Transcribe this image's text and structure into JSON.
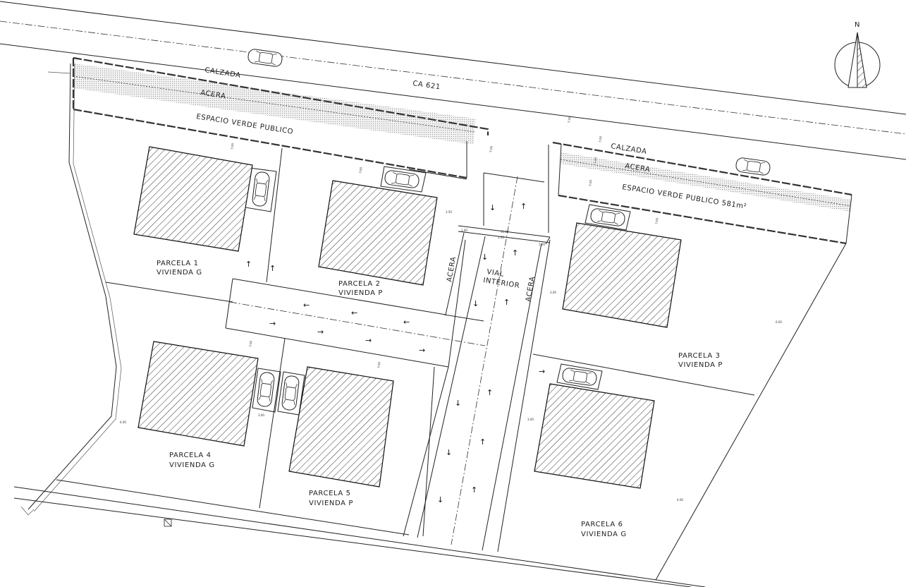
{
  "north": {
    "label": "N"
  },
  "road": {
    "name": "CA 621"
  },
  "frontage_left": {
    "calzada": "CALZADA",
    "acera": "ACERA",
    "espacio_verde": "ESPACIO VERDE PUBLICO"
  },
  "frontage_right": {
    "calzada": "CALZADA",
    "acera": "ACERA",
    "espacio_verde": "ESPACIO VERDE PUBLICO 581m²"
  },
  "interior": {
    "vial_line1": "VIAL",
    "vial_line2": "INTERIOR",
    "acera_left": "ACERA",
    "acera_right": "ACERA"
  },
  "parcels": [
    {
      "name": "PARCELA 1",
      "type": "VIVIENDA G"
    },
    {
      "name": "PARCELA 2",
      "type": "VIVIENDA P"
    },
    {
      "name": "PARCELA 3",
      "type": "VIVIENDA P"
    },
    {
      "name": "PARCELA 4",
      "type": "VIVIENDA G"
    },
    {
      "name": "PARCELA 5",
      "type": "VIVIENDA P"
    },
    {
      "name": "PARCELA 6",
      "type": "VIVIENDA G"
    }
  ],
  "arrows": {
    "up": "↑",
    "down": "↓",
    "left": "←",
    "right": "→"
  },
  "dimensions": {
    "d300": "3.00",
    "d350": "3.50",
    "d500": "5.00",
    "d100": "1.00",
    "d600": "6.00",
    "d1100": "11.00",
    "d400": "4.00"
  }
}
